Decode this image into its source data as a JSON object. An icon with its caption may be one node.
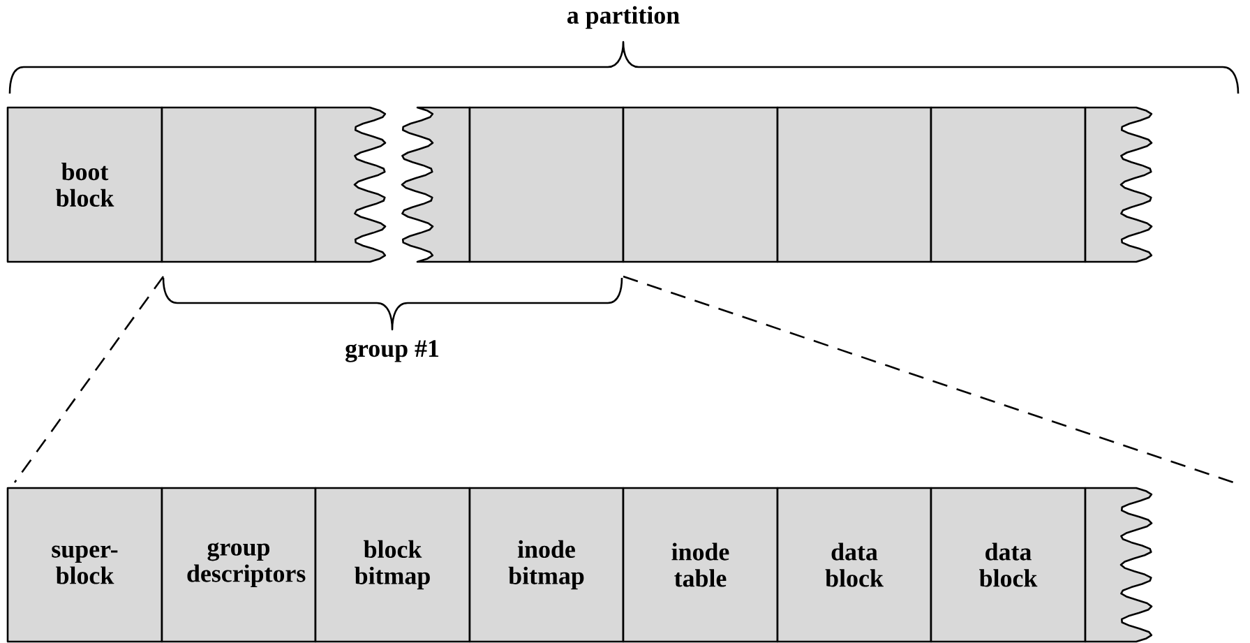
{
  "diagram": {
    "nodes": [
      {
        "text": [
          "boot block"
        ]
      },
      {
        "text": [],
        "shape": "box"
      },
      {
        "text": [],
        "shape": "box"
      },
      {
        "text": [],
        "shape": "box"
      },
      {
        "text": [],
        "shape": "box"
      },
      {
        "text": [],
        "shape": "box"
      },
      {
        "text": [],
        "shape": "box"
      },
      {
        "text": [],
        "shape": "box"
      },
      {
        "text": [],
        "shape": "box"
      },
      {
        "text": [
          "super-block"
        ]
      },
      {
        "text": [
          "group descriptors"
        ]
      },
      {
        "text": [
          "block bitmap"
        ]
      },
      {
        "text": [
          "inode bitmap"
        ]
      },
      {
        "text": [
          "inode table"
        ]
      },
      {
        "text": [
          "data block"
        ]
      },
      {
        "text": [
          "data block"
        ]
      },
      {
        "text": [],
        "shape": "box"
      }
    ],
    "edges": [],
    "labels": [
      "a partition",
      "group #1"
    ]
  }
}
